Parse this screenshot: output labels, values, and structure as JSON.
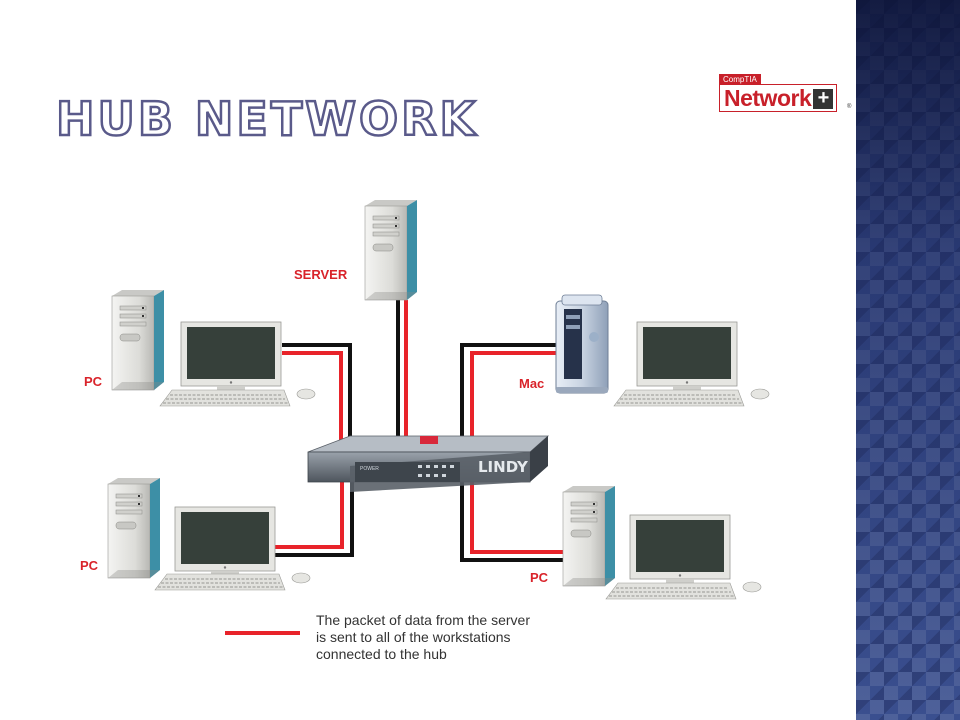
{
  "slide": {
    "title": "Hub Network",
    "logo": {
      "top_text": "CompTIA",
      "main_text": "Network",
      "plus": "+",
      "tm": "®"
    }
  },
  "diagram": {
    "hub": {
      "brand": "LINDY",
      "port_text": "POWER"
    },
    "nodes": {
      "server": "SERVER",
      "pc_top_left": "PC",
      "pc_bottom_left": "PC",
      "mac": "Mac",
      "pc_bottom_right": "PC"
    },
    "legend": {
      "line1": "The packet of data from the server",
      "line2": "is sent to all of the workstations",
      "line3": "connected to the hub"
    }
  },
  "colors": {
    "data_line": "#e8232a",
    "cable": "#111111",
    "label": "#d9232a",
    "band": "#3a4f8f"
  }
}
